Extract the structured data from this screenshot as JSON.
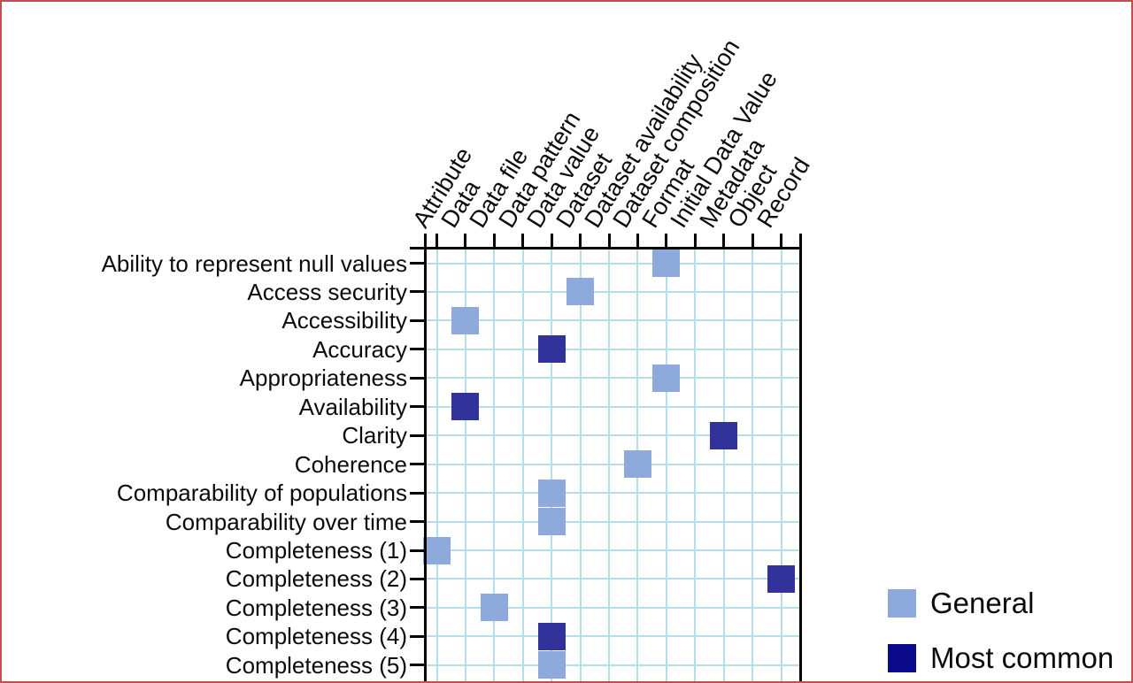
{
  "chart_data": {
    "type": "heatmap",
    "title": "",
    "columns": [
      "Attribute",
      "Data",
      "Data file",
      "Data pattern",
      "Data value",
      "Dataset",
      "Dataset availability",
      "Dataset composition",
      "Format",
      "Initial Data Value",
      "Metadata",
      "Object",
      "Record"
    ],
    "rows": [
      "Ability to represent null values",
      "Access security",
      "Accessibility",
      "Accuracy",
      "Appropriateness",
      "Availability",
      "Clarity",
      "Coherence",
      "Comparability of populations",
      "Comparability over time",
      "Completeness (1)",
      "Completeness (2)",
      "Completeness (3)",
      "Completeness (4)",
      "Completeness (5)"
    ],
    "marks": [
      {
        "row": "Ability to represent null values",
        "column": "Format",
        "category": "general"
      },
      {
        "row": "Access security",
        "column": "Dataset",
        "category": "general"
      },
      {
        "row": "Accessibility",
        "column": "Data",
        "category": "general"
      },
      {
        "row": "Accuracy",
        "column": "Data value",
        "category": "most_common"
      },
      {
        "row": "Appropriateness",
        "column": "Format",
        "category": "general"
      },
      {
        "row": "Availability",
        "column": "Data",
        "category": "most_common"
      },
      {
        "row": "Clarity",
        "column": "Metadata",
        "category": "most_common"
      },
      {
        "row": "Coherence",
        "column": "Dataset composition",
        "category": "general"
      },
      {
        "row": "Comparability of populations",
        "column": "Data value",
        "category": "general"
      },
      {
        "row": "Comparability over time",
        "column": "Data value",
        "category": "general"
      },
      {
        "row": "Completeness (1)",
        "column": "Attribute",
        "category": "general"
      },
      {
        "row": "Completeness (2)",
        "column": "Record",
        "category": "most_common"
      },
      {
        "row": "Completeness (3)",
        "column": "Data file",
        "category": "general"
      },
      {
        "row": "Completeness (4)",
        "column": "Data value",
        "category": "most_common"
      },
      {
        "row": "Completeness (5)",
        "column": "Data value",
        "category": "general"
      }
    ],
    "legend": [
      {
        "label": "General",
        "category": "general"
      },
      {
        "label": "Most common",
        "category": "most_common"
      }
    ],
    "legend_position": "bottom-right",
    "grid": true,
    "x_axis_side": "top",
    "y_axis_side": "left"
  },
  "colors": {
    "general": "#8EA9DB",
    "most_common": "#32329B",
    "legend_general": "#8EA9DB",
    "legend_most_common": "#0A0A8A",
    "gridline": "#B5DEEA",
    "axis": "#000000",
    "frame_border": "#C0504D",
    "background": "#FFFFFF"
  }
}
